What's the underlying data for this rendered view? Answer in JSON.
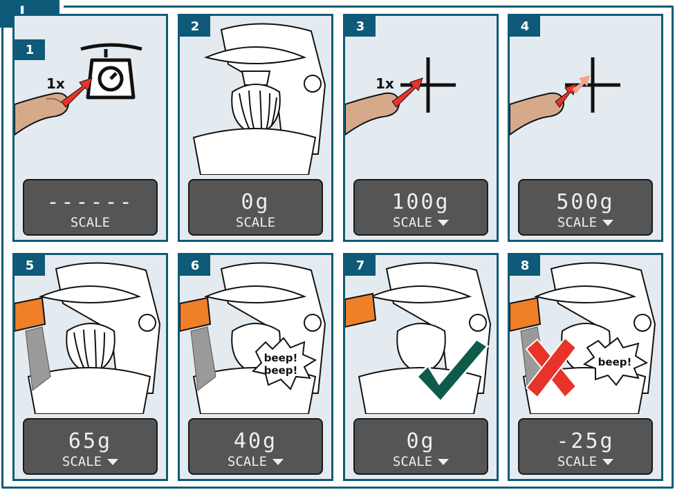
{
  "section": {
    "label": "L"
  },
  "panels": [
    {
      "step": "1",
      "tap_label": "1x",
      "readout": "------",
      "scale_label": "SCALE",
      "arrow": "",
      "icon": "scale-icon"
    },
    {
      "step": "2",
      "tap_label": "",
      "readout": "0g",
      "scale_label": "SCALE",
      "arrow": "",
      "icon": "mixer-icon"
    },
    {
      "step": "3",
      "tap_label": "1x",
      "readout": "100g",
      "scale_label": "SCALE",
      "arrow": "down",
      "icon": "plus-icon"
    },
    {
      "step": "4",
      "tap_label": "",
      "readout": "500g",
      "scale_label": "SCALE",
      "arrow": "down",
      "icon": "plus-icon"
    },
    {
      "step": "5",
      "tap_label": "",
      "readout": "65g",
      "scale_label": "SCALE",
      "arrow": "down",
      "icon": "mixer-icon"
    },
    {
      "step": "6",
      "tap_label": "",
      "readout": "40g",
      "scale_label": "SCALE",
      "arrow": "down",
      "icon": "mixer-icon",
      "callout": [
        "beep!",
        "beep!"
      ]
    },
    {
      "step": "7",
      "tap_label": "",
      "readout": "0g",
      "scale_label": "SCALE",
      "arrow": "down",
      "icon": "checkmark-icon"
    },
    {
      "step": "8",
      "tap_label": "",
      "readout": "-25g",
      "scale_label": "SCALE",
      "arrow": "down",
      "icon": "cross-icon",
      "callout": [
        "beep!"
      ]
    }
  ],
  "colors": {
    "frame": "#0e5a78",
    "panel_bg": "#e4ebf0",
    "display_bg": "#555555",
    "arrow_red": "#e8332a",
    "arrow_pink": "#f4a48a",
    "orange": "#f07f2a",
    "check_green": "#0f5a4a",
    "cross_red": "#e8332a",
    "finger": "#d6a98b"
  }
}
